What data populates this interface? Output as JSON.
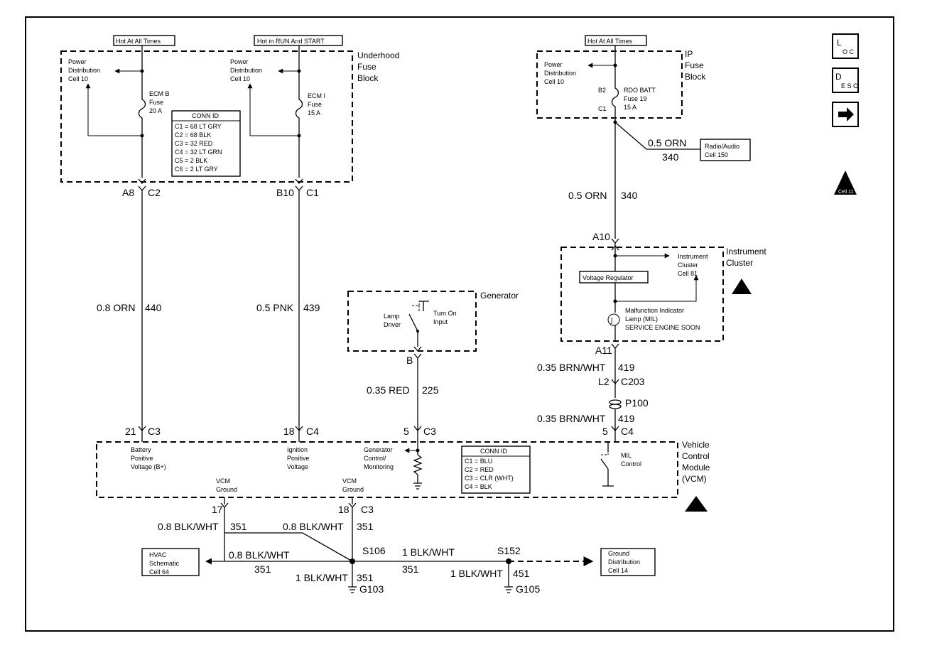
{
  "underhood": {
    "hot_all": "Hot At All Times",
    "hot_run": "Hot in RUN And START",
    "title_1": "Underhood",
    "title_2": "Fuse",
    "title_3": "Block",
    "pd_1": "Power",
    "pd_2": "Distribution",
    "pd_3": "Cell 10",
    "ecmb_1": "ECM B",
    "ecmb_2": "Fuse",
    "ecmb_3": "20 A",
    "ecmi_1": "ECM I",
    "ecmi_2": "Fuse",
    "ecmi_3": "15 A",
    "conn_title": "CONN ID",
    "conn": [
      "C1 = 68 LT GRY",
      "C2 = 68 BLK",
      "C3 = 32 RED",
      "C4 = 32 LT GRN",
      "C5 = 2 BLK",
      "C6 = 2 LT GRY"
    ],
    "pin_a8": "A8",
    "conn_c2": "C2",
    "pin_b10": "B10",
    "conn_c1": "C1"
  },
  "ip_fuse": {
    "hot": "Hot At All Times",
    "title_1": "IP",
    "title_2": "Fuse",
    "title_3": "Block",
    "pd_1": "Power",
    "pd_2": "Distribution",
    "pd_3": "Cell 10",
    "fuse_1": "RDO BATT",
    "fuse_2": "Fuse 19",
    "fuse_3": "15 A",
    "pin_b2": "B2",
    "pin_c1": "C1"
  },
  "radio": {
    "wire_size": "0.5 ORN",
    "wire_num": "340",
    "label_1": "Radio/Audio",
    "label_2": "Cell 150"
  },
  "wire_340": {
    "size": "0.5 ORN",
    "num": "340"
  },
  "cluster": {
    "pin_a10": "A10",
    "title_1": "Instrument",
    "title_2": "Cluster",
    "ref_1": "Instrument",
    "ref_2": "Cluster",
    "ref_3": "Cell 81",
    "regulator": "Voltage Regulator",
    "mil_1": "Malfunction Indicator",
    "mil_2": "Lamp (MIL)",
    "mil_3": "SERVICE ENGINE SOON",
    "pin_a11": "A11"
  },
  "wire_419": {
    "size": "0.35 BRN/WHT",
    "num": "419",
    "l2": "L2",
    "c203": "C203",
    "p100": "P100",
    "size_2": "0.35 BRN/WHT",
    "num_2": "419",
    "pin_5": "5",
    "c4": "C4"
  },
  "generator": {
    "title": "Generator",
    "lamp_1": "Lamp",
    "lamp_2": "Driver",
    "turn_1": "Turn On",
    "turn_2": "Input",
    "pin_b": "B",
    "wire_size": "0.35 RED",
    "wire_num": "225",
    "pin_5": "5",
    "c3": "C3"
  },
  "wire_440": {
    "size": "0.8 ORN",
    "num": "440",
    "pin": "21",
    "conn": "C3"
  },
  "wire_439": {
    "size": "0.5 PNK",
    "num": "439",
    "pin": "18",
    "conn": "C4"
  },
  "vcm": {
    "title_1": "Vehicle",
    "title_2": "Control",
    "title_3": "Module",
    "title_4": "(VCM)",
    "bat_1": "Battery",
    "bat_2": "Positive",
    "bat_3": "Voltage (B+)",
    "ign_1": "Ignition",
    "ign_2": "Positive",
    "ign_3": "Voltage",
    "gen_1": "Generator",
    "gen_2": "Control/",
    "gen_3": "Monitoring",
    "mil_1": "MIL",
    "mil_2": "Control",
    "gnd_1a": "VCM",
    "gnd_1b": "Ground",
    "gnd_2a": "VCM",
    "gnd_2b": "Ground",
    "conn_title": "CONN ID",
    "conn": [
      "C1 = BLU",
      "C2 = RED",
      "C3 = CLR (WHT)",
      "C4 = BLK"
    ],
    "pin_17": "17",
    "pin_18": "18",
    "c3": "C3"
  },
  "ground": {
    "size_a": "0.8 BLK/WHT",
    "num_a": "351",
    "size_b": "0.8 BLK/WHT",
    "num_b": "351",
    "hvac_1": "HVAC",
    "hvac_2": "Schematic",
    "hvac_3": "Cell 64",
    "hvac_wire_size": "0.8 BLK/WHT",
    "hvac_wire_num": "351",
    "s106": "S106",
    "mid_size": "1 BLK/WHT",
    "mid_num": "351",
    "g103_size": "1 BLK/WHT",
    "g103_num": "351",
    "g103": "G103",
    "s152": "S152",
    "g105_size": "1 BLK/WHT",
    "g105_num": "451",
    "g105": "G105",
    "dist_1": "Ground",
    "dist_2": "Distribution",
    "dist_3": "Cell 14"
  },
  "side_icons": {
    "loc": "L",
    "loc_sub": "O C",
    "desc": "D",
    "desc_sub": "E S C",
    "next": "next-arrow-icon",
    "cell_tag": "Cell 11"
  }
}
